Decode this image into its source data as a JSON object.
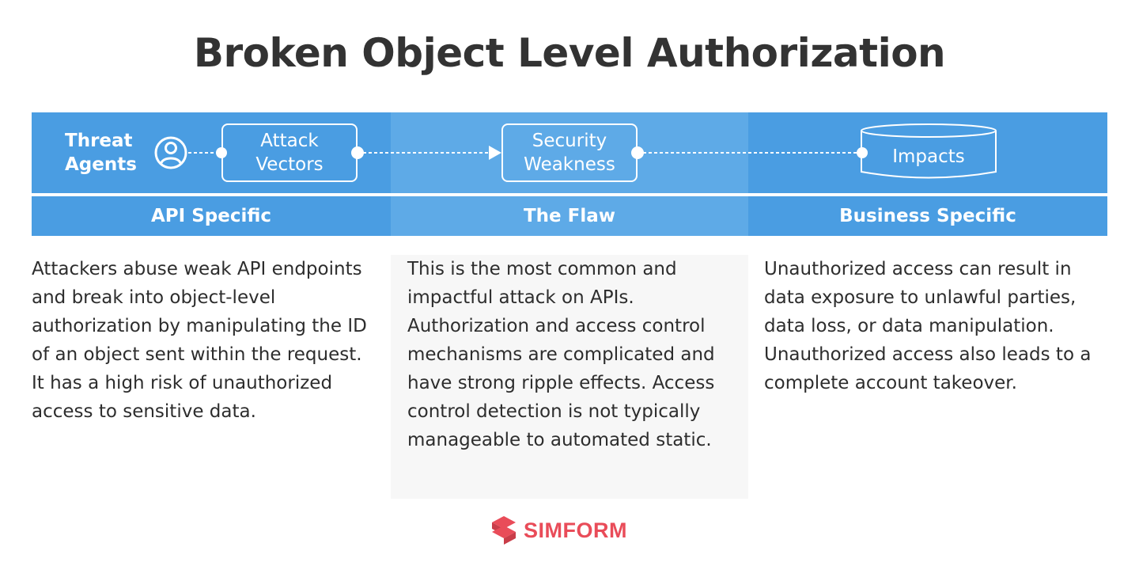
{
  "title": "Broken Object Level Authorization",
  "flow": {
    "threat_agents_line1": "Threat",
    "threat_agents_line2": "Agents",
    "attack_vectors_line1": "Attack",
    "attack_vectors_line2": "Vectors",
    "security_weakness_line1": "Security",
    "security_weakness_line2": "Weakness",
    "impacts": "Impacts",
    "icons": [
      "user-icon",
      "database-icon",
      "arrow-icon"
    ]
  },
  "columns": [
    {
      "label": "API Specific",
      "text": "Attackers abuse weak API endpoints and break into object-level authorization by manipulating the ID of an object sent within the request. It has a high risk of unauthorized access to sensitive data."
    },
    {
      "label": "The Flaw",
      "text": "This is the most common and impactful attack on APIs. Authorization and access control mechanisms are complicated and have strong ripple effects. Access control detection is not typically manageable to automated static."
    },
    {
      "label": "Business Specific",
      "text": "Unauthorized access can result in data exposure to unlawful parties, data loss, or data manipulation. Unauthorized access also leads to a complete account takeover."
    }
  ],
  "brand": {
    "name": "SIMFORM",
    "icon": "simform-logo-icon"
  },
  "colors": {
    "band_blue": "#4a9de2",
    "band_blue_light": "#5eaae7",
    "title": "#333333",
    "brand": "#e94c59"
  }
}
